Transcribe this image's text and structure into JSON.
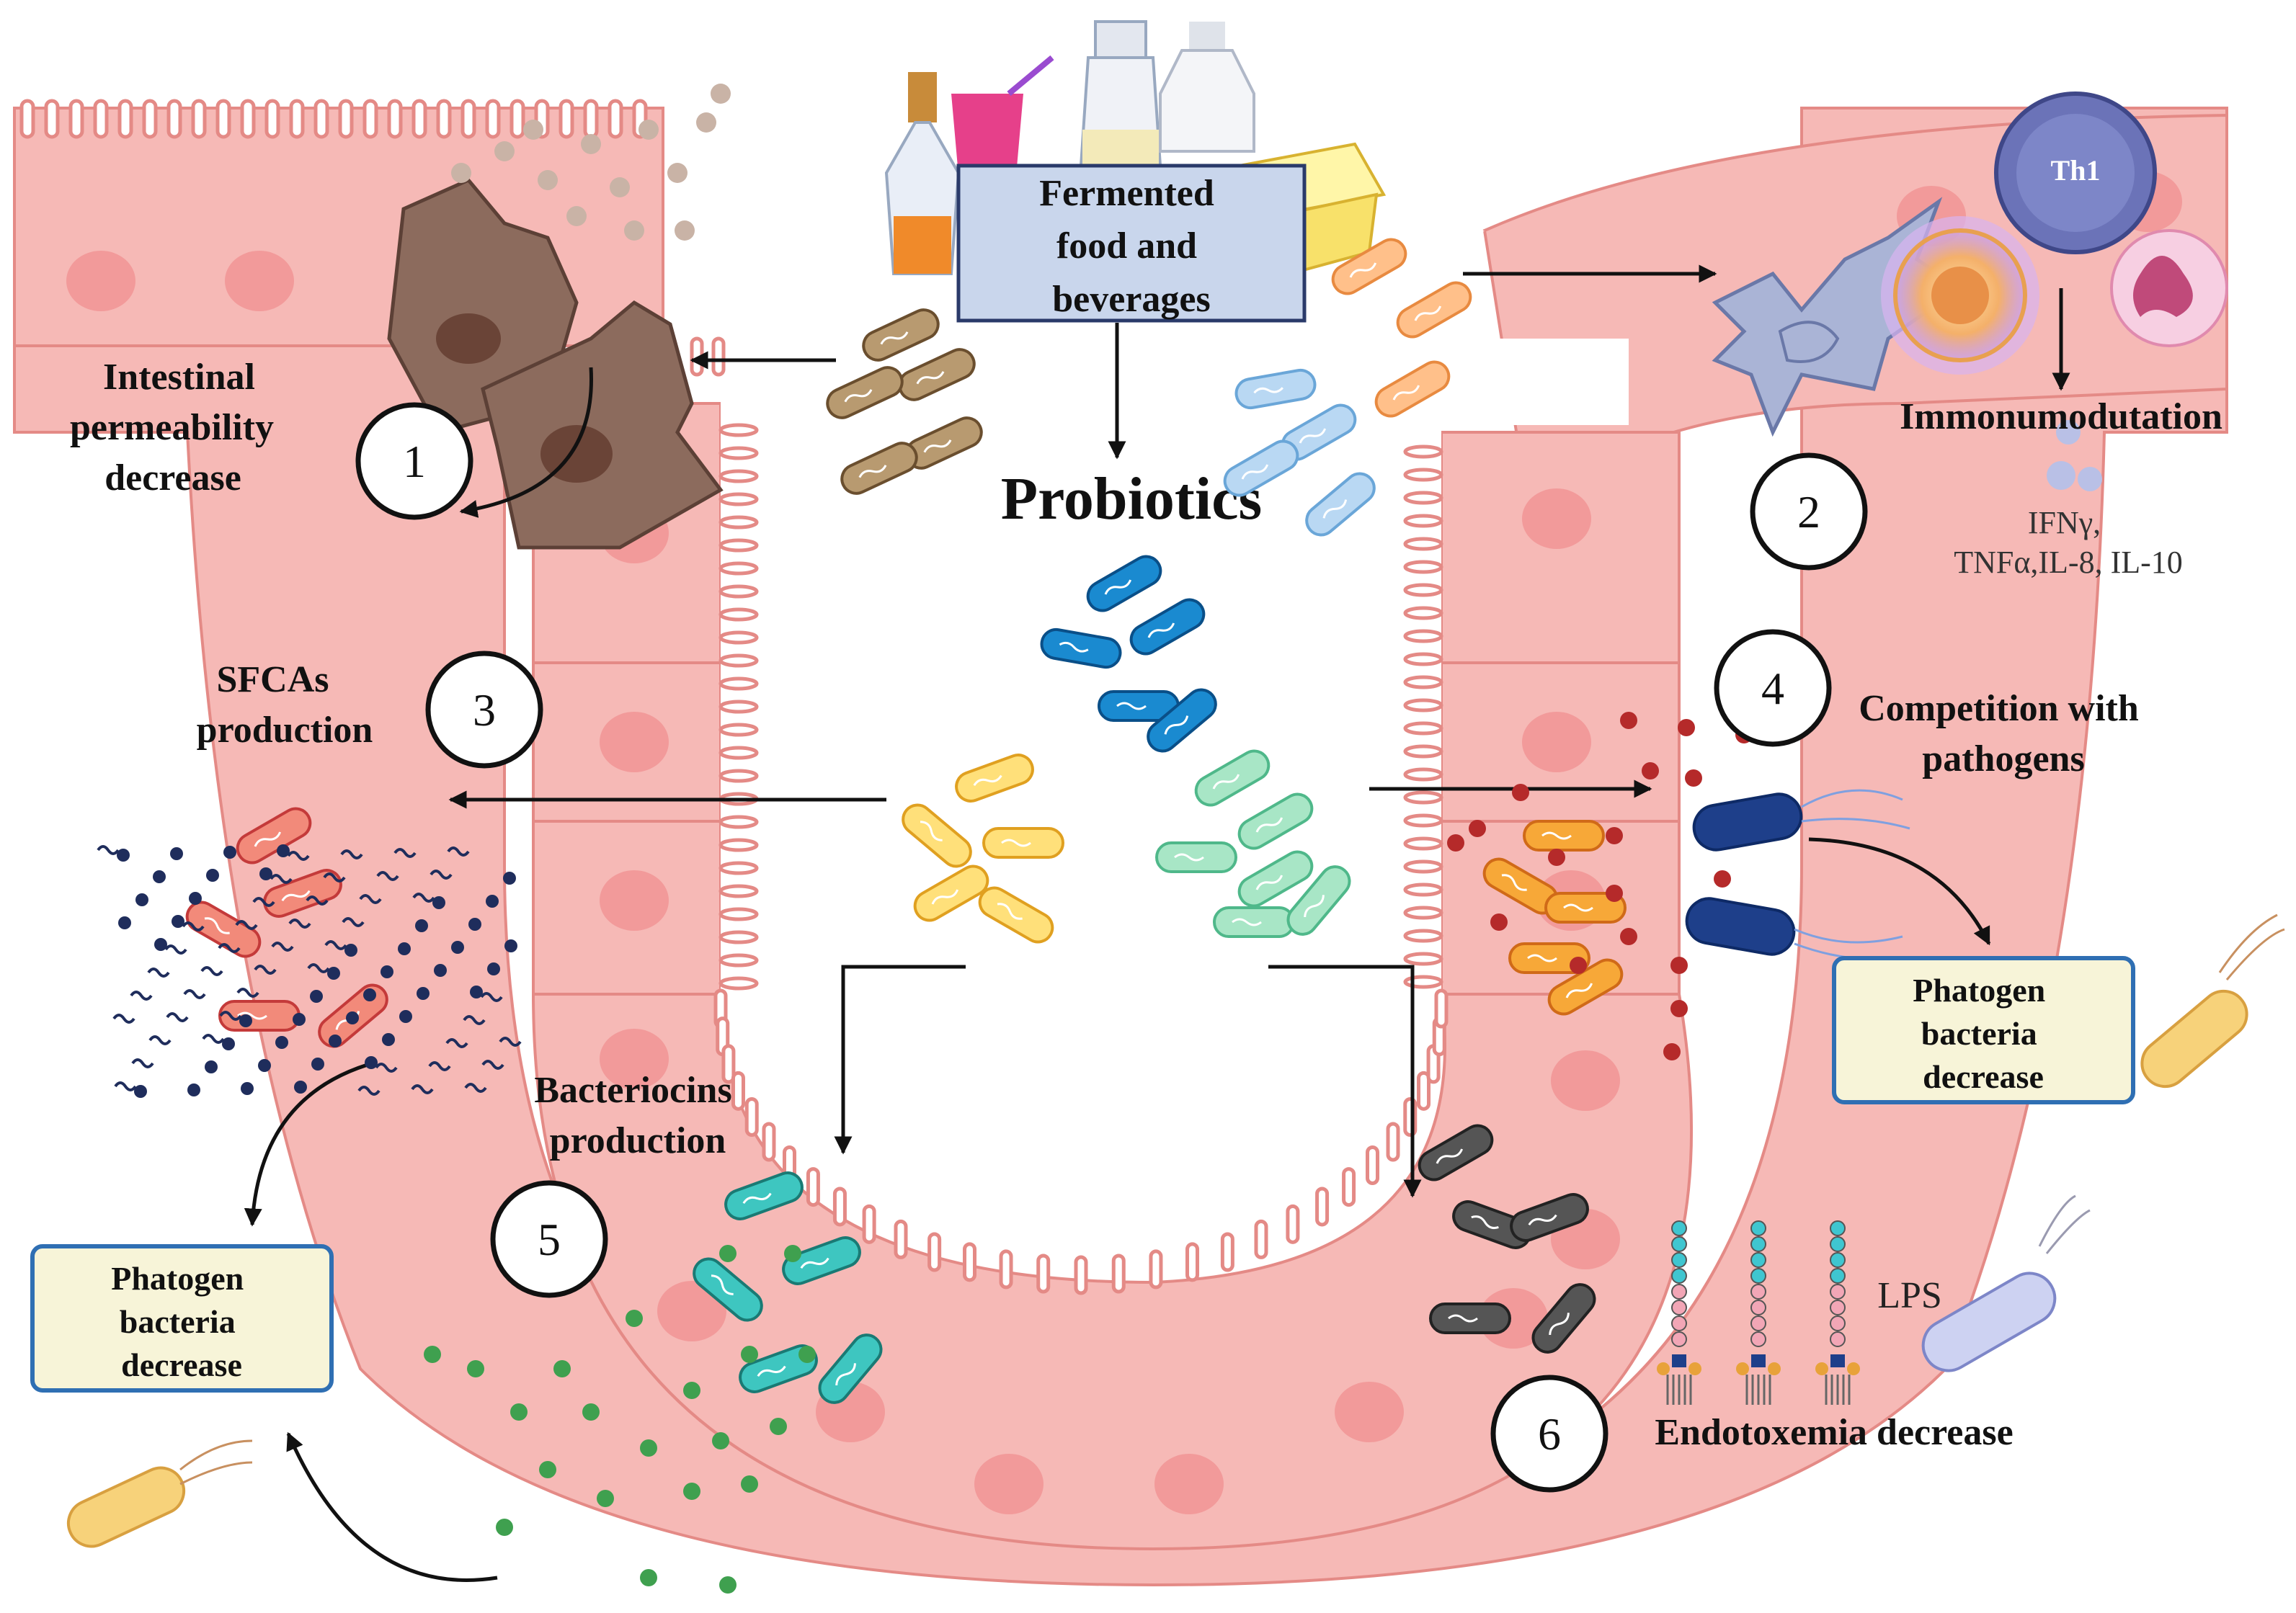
{
  "center": {
    "source_lines": [
      "Fermented",
      "food and",
      "beverages"
    ],
    "probiotics": "Probiotics"
  },
  "mechanisms": {
    "m1": {
      "number": "1",
      "lines": [
        "Intestinal",
        "permeability",
        "decrease"
      ]
    },
    "m2": {
      "number": "2",
      "title": "Immonumodutation",
      "cytokines": [
        "IFNγ,",
        "TNFα,IL-8, IL-10"
      ],
      "cell_label": "Th1"
    },
    "m3": {
      "number": "3",
      "lines": [
        "SFCAs",
        "production"
      ]
    },
    "m4": {
      "number": "4",
      "lines": [
        "Competition with",
        "pathogens"
      ]
    },
    "m5": {
      "number": "5",
      "lines": [
        "Bacteriocins",
        "production"
      ]
    },
    "m6": {
      "number": "6",
      "title": "Endotoxemia decrease",
      "lps": "LPS"
    }
  },
  "outcome_boxes": {
    "left": [
      "Phatogen",
      "bacteria",
      "decrease"
    ],
    "right": [
      "Phatogen",
      "bacteria",
      "decrease"
    ]
  },
  "colors": {
    "epithelium": "#f6b9b6",
    "epithelium_edge": "#e48a86",
    "nucleus": "#f29a9a",
    "box_fill": "#f7f4d8",
    "box_border": "#2f6fb3",
    "source_box_fill": "#c9d6ec",
    "damaged_cell": "#8c6b5d",
    "dc_cell": "#aab4d6",
    "th1": "#5b63a6",
    "pathogen_blue": "#1e3f8a",
    "red_dot": "#b52a2a",
    "green_dot": "#3fa04f"
  },
  "icons": [
    "bottle-icon",
    "smoothie-icon",
    "jar-icon",
    "yogurt-icon",
    "dendritic-cell-icon",
    "macrophage-icon",
    "th1-cell-icon",
    "neutrophil-icon",
    "lps-molecule-icon",
    "rod-bacterium-icon"
  ]
}
